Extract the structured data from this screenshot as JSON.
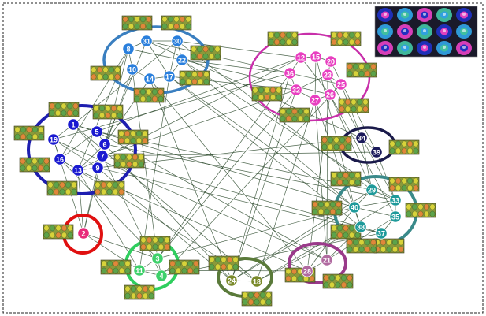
{
  "colors": {
    "frame": "#222222",
    "edge": "#2d4a2d",
    "thumb_yellow": "#d7d23a",
    "thumb_green": "#5da34a",
    "thumb_orange": "#e0873a"
  },
  "modules": [
    {
      "id": "mod-blue-top",
      "color": "#3a7fc0",
      "nodes": [
        "31",
        "30",
        "8",
        "22",
        "10",
        "14",
        "17"
      ]
    },
    {
      "id": "mod-magenta",
      "color": "#c82faa",
      "nodes": [
        "12",
        "15",
        "20",
        "36",
        "23",
        "25",
        "32",
        "27",
        "26"
      ]
    },
    {
      "id": "mod-navy-left",
      "color": "#1e1eb0",
      "nodes": [
        "1",
        "5",
        "19",
        "6",
        "7",
        "16",
        "13",
        "9"
      ]
    },
    {
      "id": "mod-darknavy",
      "color": "#1a1a4a",
      "nodes": [
        "34",
        "39"
      ]
    },
    {
      "id": "mod-teal",
      "color": "#3a8a8a",
      "nodes": [
        "29",
        "40",
        "33",
        "35",
        "38",
        "37"
      ]
    },
    {
      "id": "mod-red",
      "color": "#e01010",
      "nodes": [
        "2"
      ]
    },
    {
      "id": "mod-green",
      "color": "#2fce5e",
      "nodes": [
        "3",
        "11",
        "4"
      ]
    },
    {
      "id": "mod-olive",
      "color": "#5a7a3a",
      "nodes": [
        "24",
        "18"
      ]
    },
    {
      "id": "mod-purple",
      "color": "#9a3a8a",
      "nodes": [
        "28",
        "21"
      ]
    }
  ],
  "nodes": [
    {
      "label": "31",
      "fill": "#2a7fdc"
    },
    {
      "label": "30",
      "fill": "#2a7fdc"
    },
    {
      "label": "8",
      "fill": "#2a7fdc"
    },
    {
      "label": "22",
      "fill": "#2a7fdc"
    },
    {
      "label": "10",
      "fill": "#2a7fdc"
    },
    {
      "label": "14",
      "fill": "#2a7fdc"
    },
    {
      "label": "17",
      "fill": "#2a7fdc"
    },
    {
      "label": "12",
      "fill": "#e83fc0"
    },
    {
      "label": "15",
      "fill": "#e83fc0"
    },
    {
      "label": "20",
      "fill": "#e83fc0"
    },
    {
      "label": "36",
      "fill": "#e83fc0"
    },
    {
      "label": "23",
      "fill": "#e83fc0"
    },
    {
      "label": "25",
      "fill": "#e83fc0"
    },
    {
      "label": "32",
      "fill": "#e83fc0"
    },
    {
      "label": "27",
      "fill": "#e83fc0"
    },
    {
      "label": "26",
      "fill": "#e83fc0"
    },
    {
      "label": "1",
      "fill": "#1a1ad0"
    },
    {
      "label": "5",
      "fill": "#1a1ad0"
    },
    {
      "label": "19",
      "fill": "#1a1ad0"
    },
    {
      "label": "6",
      "fill": "#1a1ad0"
    },
    {
      "label": "7",
      "fill": "#1a1ad0"
    },
    {
      "label": "16",
      "fill": "#1a1ad0"
    },
    {
      "label": "13",
      "fill": "#1a1ad0"
    },
    {
      "label": "9",
      "fill": "#1a1ad0"
    },
    {
      "label": "34",
      "fill": "#1a1a5a"
    },
    {
      "label": "39",
      "fill": "#1a1a5a"
    },
    {
      "label": "29",
      "fill": "#1e9a9a"
    },
    {
      "label": "40",
      "fill": "#1e9a9a"
    },
    {
      "label": "33",
      "fill": "#1e9a9a"
    },
    {
      "label": "35",
      "fill": "#1e9a9a"
    },
    {
      "label": "38",
      "fill": "#1e9a9a"
    },
    {
      "label": "37",
      "fill": "#1e9a9a"
    },
    {
      "label": "2",
      "fill": "#e82a7a"
    },
    {
      "label": "3",
      "fill": "#3ed06a"
    },
    {
      "label": "11",
      "fill": "#3ed06a"
    },
    {
      "label": "4",
      "fill": "#3ed06a"
    },
    {
      "label": "24",
      "fill": "#7a8a2a"
    },
    {
      "label": "18",
      "fill": "#7a8a2a"
    },
    {
      "label": "28",
      "fill": "#b06aa0"
    },
    {
      "label": "21",
      "fill": "#b06aa0"
    }
  ],
  "legend_panel": {
    "description_colors": [
      "#2030c0",
      "#30a0e0",
      "#e040c0",
      "#40c0a0",
      "#ffffff"
    ]
  }
}
